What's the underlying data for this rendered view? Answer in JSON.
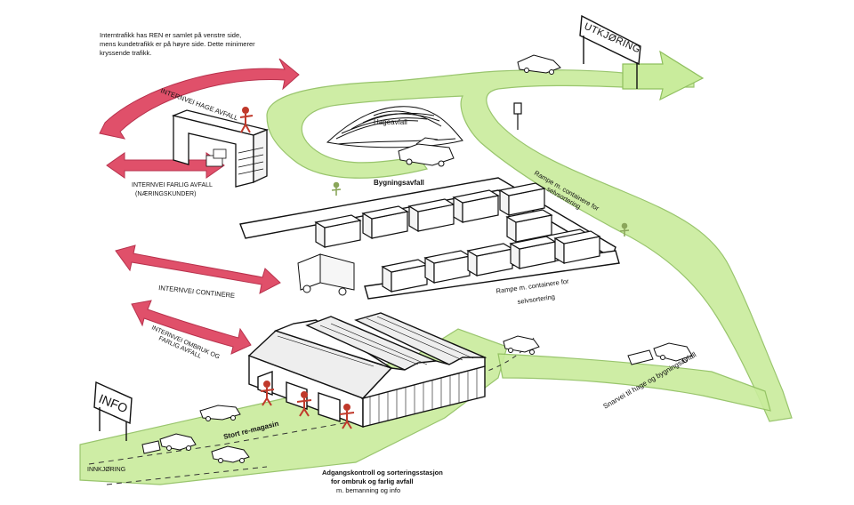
{
  "note": {
    "line1": "Interntrafikk has REN er samlet på venstre side,",
    "line2": "mens kundetrafikk er på høyre side. Dette minimerer",
    "line3": "kryssende trafikk."
  },
  "signs": {
    "exit": "UTKJØRING",
    "info": "INFO"
  },
  "areas": {
    "garden_waste": "Hageavfall",
    "construction_waste": "Bygningsavfall",
    "ramp_upper_1": "Rampe m. containere for",
    "ramp_upper_2": "selvsortering",
    "ramp_lower_1": "Rampe m. containere for",
    "ramp_lower_2": "selvsortering",
    "store": "Stort re-magasin"
  },
  "internal_roads": {
    "garden": "INTERNVEI HAGE AVFALL",
    "hazardous_1": "INTERNVEI FARLIG AVFALL",
    "hazardous_2": "(NÆRINGSKUNDER)",
    "container": "INTERNVEI CONTINERE",
    "reuse_1": "INTERNVEI OMBRUK OG",
    "reuse_2": "FARLIG AVFALL"
  },
  "roads": {
    "entry": "INNKJØRING",
    "shortcut": "Snarvei til hage og bygningsavfall"
  },
  "station": {
    "line1": "Adgangskontroll og sorteringsstasjon",
    "line2": "for ombruk og farlig avfall",
    "line3": "m. bemanning og info"
  },
  "colors": {
    "road_green": "#c9ec9c",
    "road_edge": "#8fbf5e",
    "arrow_red": "#e0506a",
    "figure_red": "#c0392b",
    "ink": "#111111"
  }
}
